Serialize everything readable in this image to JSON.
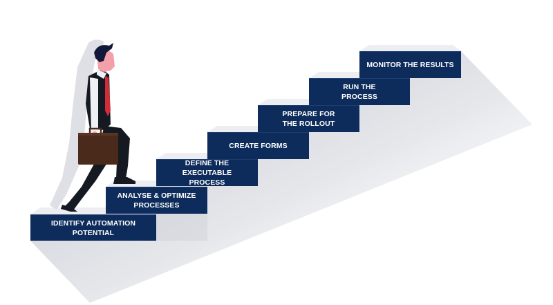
{
  "diagram": {
    "type": "staircase-process",
    "colors": {
      "step_fill": "#0d2b5b",
      "step_text": "#ffffff",
      "shadow": "#c9ccd4",
      "tread": "#e6e8ec",
      "suit": "#151a22",
      "tie": "#d12c3a",
      "briefcase": "#4a2a1a",
      "hair": "#12183a",
      "skin": "#f4a0aa",
      "shirt": "#eef0f3"
    },
    "steps": [
      {
        "order": 1,
        "label": "IDENTIFY AUTOMATION\nPOTENTIAL"
      },
      {
        "order": 2,
        "label": "ANALYSE & OPTIMIZE\nPROCESSES"
      },
      {
        "order": 3,
        "label": "DEFINE THE EXECUTABLE\nPROCESS"
      },
      {
        "order": 4,
        "label": "CREATE FORMS"
      },
      {
        "order": 5,
        "label": "PREPARE FOR\nTHE ROLLOUT"
      },
      {
        "order": 6,
        "label": "RUN THE\nPROCESS"
      },
      {
        "order": 7,
        "label": "MONITOR THE RESULTS"
      }
    ],
    "figure": "businessman-climbing-stairs-with-briefcase"
  }
}
